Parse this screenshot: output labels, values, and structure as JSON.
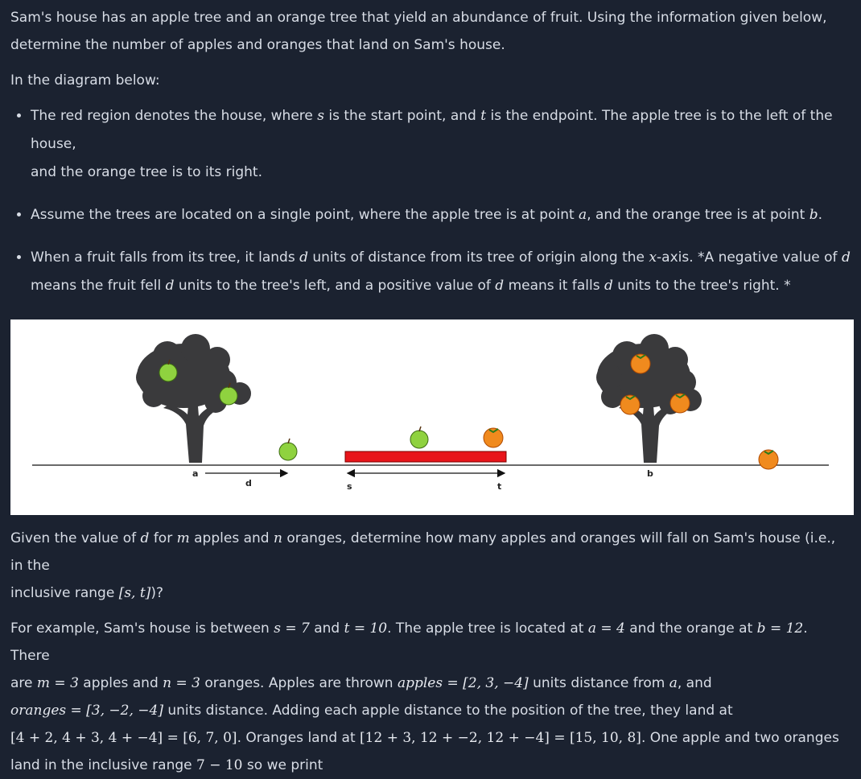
{
  "intro": {
    "line1": "Sam's house has an apple tree and an orange tree that yield an abundance of fruit. Using the information given below,",
    "line2": "determine the number of apples and oranges that land on Sam's house.",
    "diagram_lead": "In the diagram below:"
  },
  "bullets": {
    "b1_a": "The red region denotes the house, where ",
    "b1_s": "s",
    "b1_b": " is the start point, and ",
    "b1_t": "t",
    "b1_c": " is the endpoint. The apple tree is to the left of the house,",
    "b1_d": "and the orange tree is to its right.",
    "b2_a": "Assume the trees are located on a single point, where the apple tree is at point ",
    "b2_av": "a",
    "b2_b": ", and the orange tree is at point ",
    "b2_bv": "b",
    "b2_c": ".",
    "b3_a": "When a fruit falls from its tree, it lands ",
    "b3_d": "d",
    "b3_b": " units of distance from its tree of origin along the ",
    "b3_x": "x",
    "b3_c": "-axis. *A negative value of ",
    "b3_d2": "d",
    "b3_e": "means the fruit fell ",
    "b3_d3": "d",
    "b3_f": " units to the tree's left, and a positive value of ",
    "b3_d4": "d",
    "b3_g": " means it falls ",
    "b3_d5": "d",
    "b3_h": " units to the tree's right. *"
  },
  "diagram": {
    "label_a": "a",
    "label_d": "d",
    "label_s": "s",
    "label_t": "t",
    "label_b": "b",
    "colors": {
      "house": "#e8141a",
      "tree": "#3a3a3c",
      "apple": "#8fd23f",
      "orange": "#f08a1e"
    }
  },
  "question": {
    "q1a": "Given the value of ",
    "q1d": "d",
    "q1b": " for ",
    "q1m": "m",
    "q1c": " apples and ",
    "q1n": "n",
    "q1e": " oranges, determine how many apples and oranges will fall on Sam's house (i.e., in the",
    "q2a": "inclusive range ",
    "q2math": "[s, t]",
    "q2b": ")?"
  },
  "example": {
    "l1a": "For example, Sam's house is between ",
    "l1m1": "s = 7",
    "l1b": " and ",
    "l1m2": "t = 10",
    "l1c": ". The apple tree is located at ",
    "l1m3": "a = 4",
    "l1d": " and the orange at ",
    "l1m4": "b = 12",
    "l1e": ". There",
    "l2a": "are ",
    "l2m1": "m = 3",
    "l2b": " apples and ",
    "l2m2": "n = 3",
    "l2c": " oranges. Apples are thrown ",
    "l2m3": "apples = [2, 3, −4]",
    "l2d": " units distance from ",
    "l2m4": "a",
    "l2e": ", and",
    "l3m1": "oranges = [3, −2, −4]",
    "l3a": " units distance. Adding each apple distance to the position of the tree, they land at",
    "l4m1": "[4 + 2, 4 + 3, 4 + −4] = [6, 7, 0]",
    "l4a": ". Oranges land at ",
    "l4m2": "[12 + 3, 12 + −2, 12 + −4] = [15, 10, 8]",
    "l4b": ". One apple and two oranges",
    "l5a": "land in the inclusive range ",
    "l5m1": "7 − 10",
    "l5b": " so we print"
  }
}
